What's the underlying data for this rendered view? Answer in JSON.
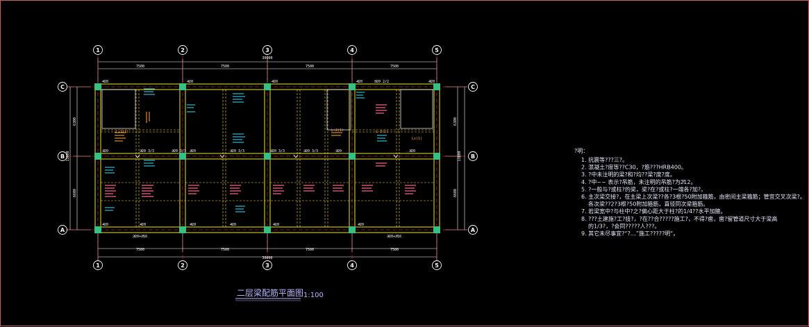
{
  "drawing": {
    "title": "二层梁配筋平面图",
    "scale": "1:100",
    "grid_columns": [
      "1",
      "2",
      "3",
      "4",
      "5"
    ],
    "grid_rows": [
      "C",
      "B",
      "A"
    ],
    "top_spans": [
      "7500",
      "7500",
      "7500",
      "7500"
    ],
    "top_total": "30000",
    "bottom_spans": [
      "7500",
      "7500",
      "7500",
      "7500"
    ],
    "bottom_total": "30000",
    "left_dims": [
      "6300",
      "13800",
      "6600"
    ],
    "right_dims": [
      "6300",
      "13800",
      "6600"
    ],
    "beam_labels": {
      "top_row": [
        "4ͤ20",
        "4ͤ20",
        "4ͤ20",
        "4ͤ20",
        "5ͤ20 2/2",
        "4ͤ20"
      ],
      "mid_row": [
        "3ͤ20",
        "3ͤ20 3/3",
        "3ͤ20 3/3",
        "3ͤ20",
        "3ͤ20 3/3",
        "3ͤ20 3/3",
        "3ͤ20 3/3",
        "3ͤ20",
        "3ͤ20"
      ],
      "bottom_row": [
        "4ͤ20",
        "4ͤ20",
        "4ͤ20",
        "4ͤ20",
        "4ͤ20",
        "4ͤ20"
      ],
      "bottom_notes": [
        "3ͤ20+2ͤ16",
        "3ͤ20+2ͤ16"
      ],
      "special": [
        "L-1(1)",
        "L-2(1)",
        "L-3(1)",
        "Lx(1)"
      ]
    }
  },
  "notes": {
    "heading": "?明：",
    "items": [
      "1. 抗震等???三?。",
      "2. 混凝土?度等??C30，?筋???HRB400。",
      "3. ?中未注明的梁?和?均??梁?度?度。",
      "4. ?中~~  表示?吊筋，未注明的吊筋?为2ͤ12。",
      "5. ?一般与?或柱?的梁，梁?在?或柱?一端各?加?。",
      "6. 主次梁交接?，在主梁上次梁??各?3根?50附加箍筋，由密间主梁箍筋；管宜交叉次梁?。",
      "   各次梁??2?3根?50附加箍筋，直径同次梁箍筋。",
      "7. 若梁宽中?与柱中?之?偏心距大于柱?的1/4??水平加腋。",
      "8. ???土建施?工?技?，?在??合?????施工?，不得?凿，凿?留管道尺寸大于梁高",
      "   的1/3?，?会同?????人???。",
      "9. 其它未尽事宜?“?…”施工?????明“。"
    ]
  },
  "colors": {
    "background": "#000000",
    "frame": "#c86464",
    "axis_circle": "#ffffff",
    "axis_line": "#ff3a3a",
    "beam_outline": "#ffff40",
    "beam_dashed": "#ffd84a",
    "column": "#38c080",
    "slab_text_red": "#ff6a8a",
    "slab_text_cyan": "#40e0ff",
    "dimension": "#ffffff",
    "title": "#b8b8ff"
  }
}
